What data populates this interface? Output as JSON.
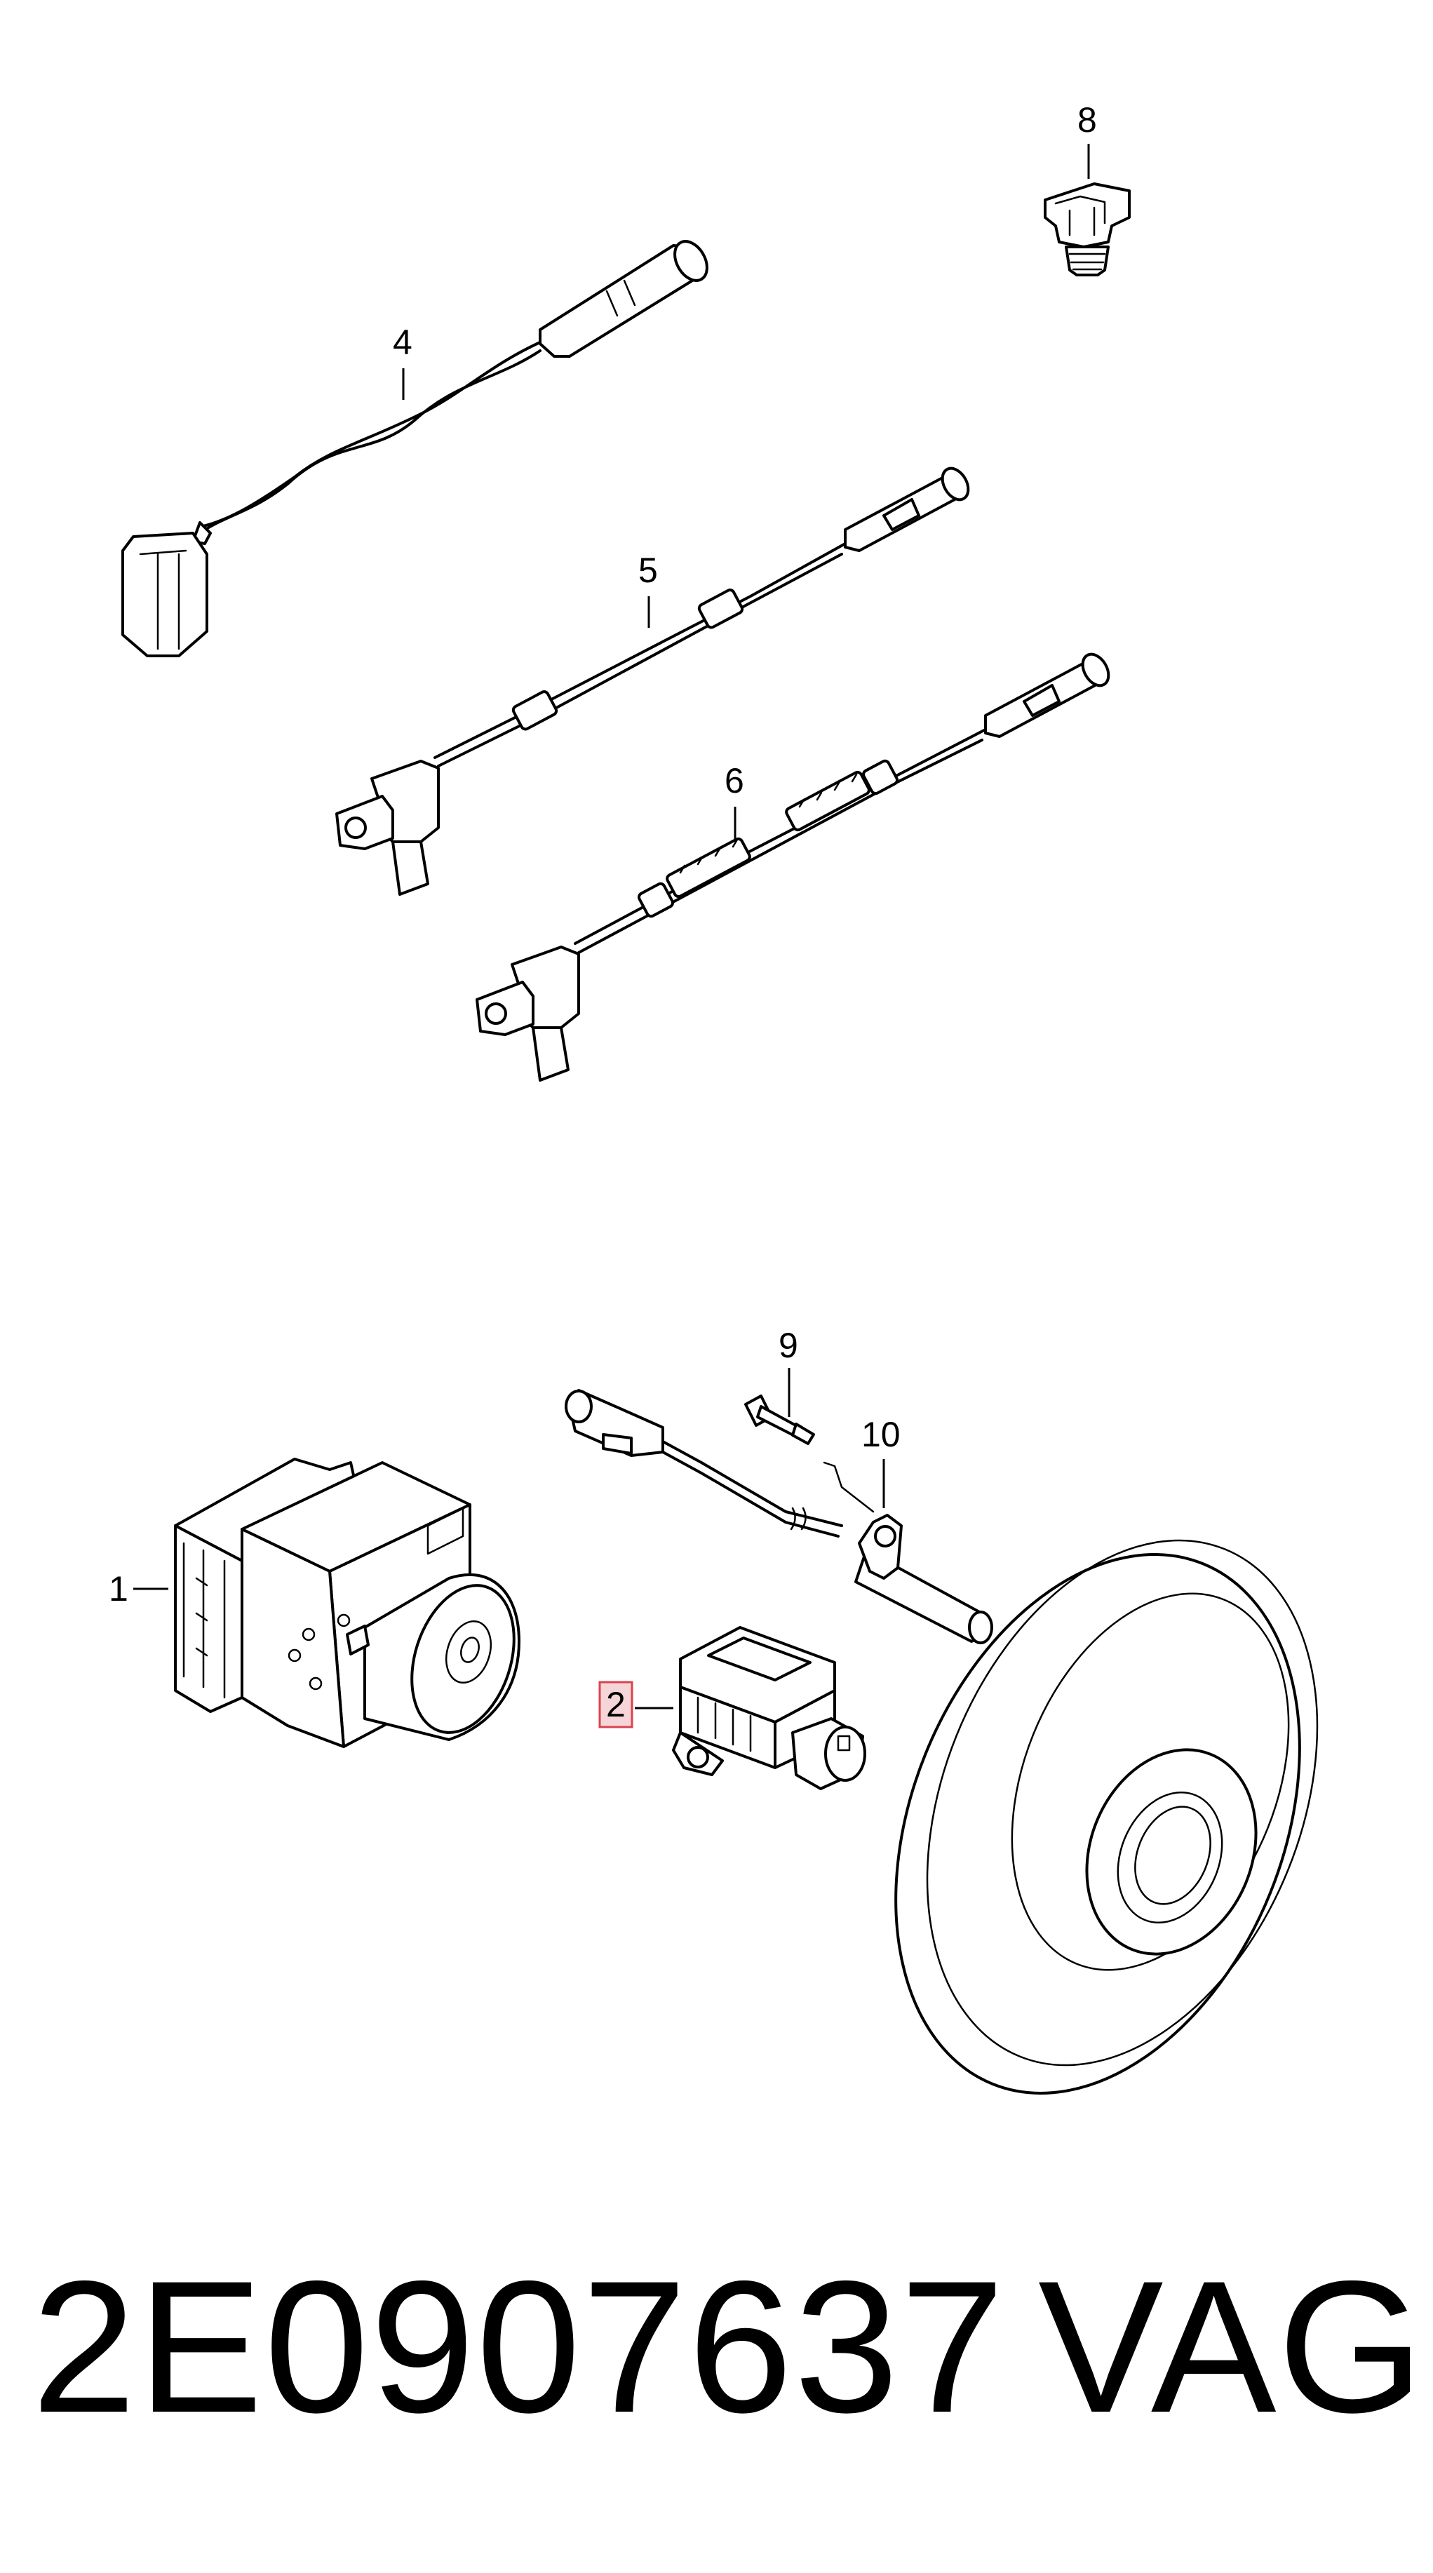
{
  "callouts": [
    {
      "id": "1",
      "label": "1",
      "highlighted": false
    },
    {
      "id": "2",
      "label": "2",
      "highlighted": true
    },
    {
      "id": "4",
      "label": "4",
      "highlighted": false
    },
    {
      "id": "5",
      "label": "5",
      "highlighted": false
    },
    {
      "id": "6",
      "label": "6",
      "highlighted": false
    },
    {
      "id": "8",
      "label": "8",
      "highlighted": false
    },
    {
      "id": "9",
      "label": "9",
      "highlighted": false
    },
    {
      "id": "10",
      "label": "10",
      "highlighted": false
    }
  ],
  "parts": [
    {
      "callout": "1",
      "icon": "abs-hydraulic-unit-icon"
    },
    {
      "callout": "2",
      "icon": "yaw-rate-sensor-icon"
    },
    {
      "callout": "4",
      "icon": "brake-pad-wear-sensor-icon"
    },
    {
      "callout": "5",
      "icon": "wheel-speed-sensor-cable-icon"
    },
    {
      "callout": "6",
      "icon": "wheel-speed-sensor-cable-icon"
    },
    {
      "callout": "8",
      "icon": "clip-icon"
    },
    {
      "callout": "9",
      "icon": "bolt-icon"
    },
    {
      "callout": "10",
      "icon": "bracket-icon"
    }
  ],
  "extra_parts": [
    {
      "icon": "rear-speed-sensor-cable-icon"
    },
    {
      "icon": "brake-disc-icon"
    }
  ],
  "highlight_color": "#f6d5d8",
  "highlight_border_color": "#d9434f",
  "footer": {
    "part_number": "2E0907637",
    "brand": "VAG"
  }
}
